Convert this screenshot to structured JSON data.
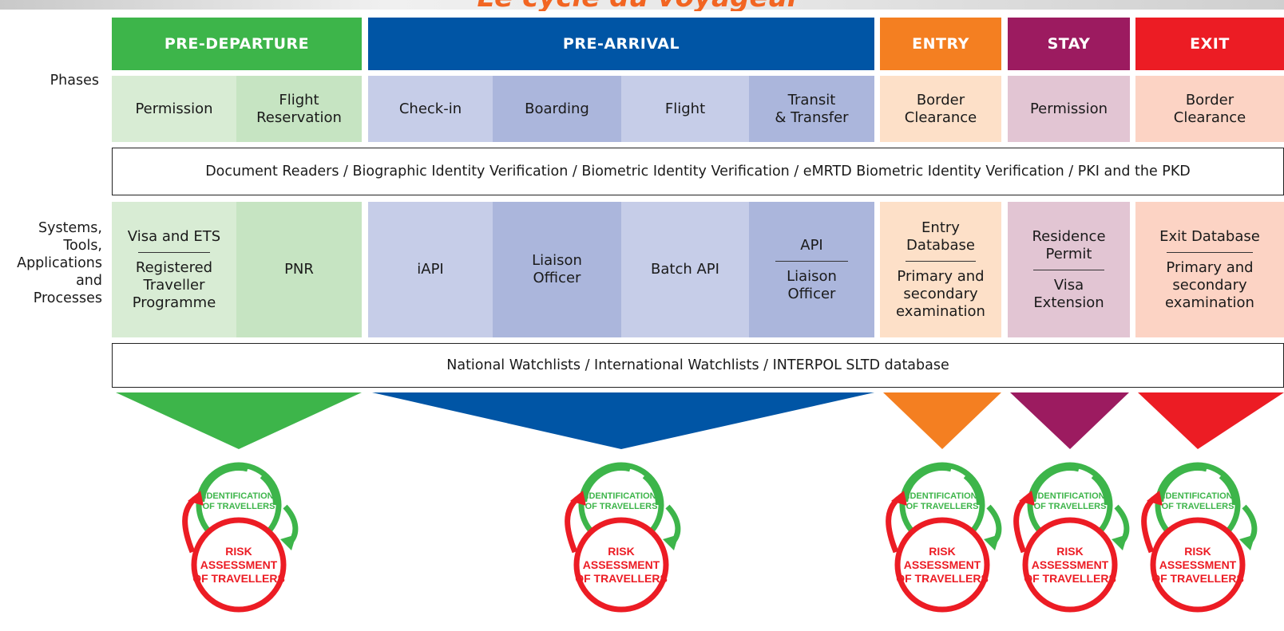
{
  "title": "Le cycle du voyageur",
  "side_labels": {
    "phases": "Phases",
    "systems": "Systems,\nTools,\nApplications\nand\nProcesses"
  },
  "phases": [
    {
      "name": "PRE-DEPARTURE",
      "color": "#3db54a"
    },
    {
      "name": "PRE-ARRIVAL",
      "color": "#0055a5"
    },
    {
      "name": "ENTRY",
      "color": "#f47f21"
    },
    {
      "name": "STAY",
      "color": "#9c1b60"
    },
    {
      "name": "EXIT",
      "color": "#ec1c24"
    }
  ],
  "steps": [
    "Permission",
    "Flight\nReservation",
    "Check-in",
    "Boarding",
    "Flight",
    "Transit\n& Transfer",
    "Border\nClearance",
    "Permission",
    "Border\nClearance"
  ],
  "band_identity": "Document Readers / Biographic Identity Verification / Biometric Identity Verification / eMRTD Biometric Identity Verification / PKI and the PKD",
  "systems": [
    {
      "top": "Visa and ETS",
      "bottom": "Registered\nTraveller\nProgramme"
    },
    {
      "top": "PNR"
    },
    {
      "top": "iAPI"
    },
    {
      "top": "Liaison\nOfficer"
    },
    {
      "top": "Batch API"
    },
    {
      "top": "API",
      "bottom": "Liaison\nOfficer"
    },
    {
      "top": "Entry\nDatabase",
      "bottom": "Primary and\nsecondary\nexamination"
    },
    {
      "top": "Residence\nPermit",
      "bottom": "Visa\nExtension"
    },
    {
      "top": "Exit Database",
      "bottom": "Primary and\nsecondary\nexamination"
    }
  ],
  "band_watchlists": "National Watchlists / International Watchlists / INTERPOL SLTD database",
  "cycle": {
    "identification": [
      "IDENTIFICATION",
      "OF TRAVELLERS"
    ],
    "risk": [
      "RISK",
      "ASSESSMENT",
      "OF TRAVELLERS"
    ],
    "green": "#3db54a",
    "red": "#ec1c24"
  }
}
